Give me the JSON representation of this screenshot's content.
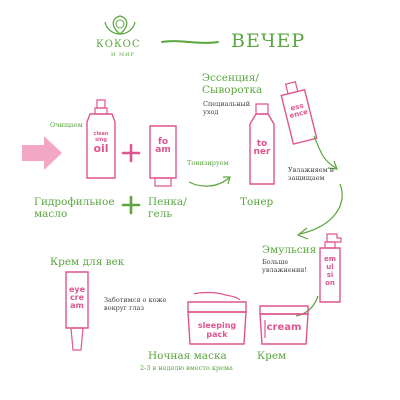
{
  "brand": {
    "name": "КОКОС",
    "tagline": "И МИР"
  },
  "title": "ВЕЧЕР",
  "colors": {
    "green": "#5aa63f",
    "pink": "#e0558f",
    "pinkLight": "#f2a7c4",
    "text": "#3f3f3f"
  },
  "steps": {
    "cleanse_caption": "Очищаем",
    "hydrophilic_oil": {
      "label_line1": "Гидрофильное",
      "label_line2": "масло",
      "pack_line1": "clean",
      "pack_line2": "sing",
      "pack_line3": "oil"
    },
    "foam": {
      "label_line1": "Пенка/",
      "label_line2": "гель",
      "pack_line1": "fo",
      "pack_line2": "am"
    },
    "tone_caption": "Тонизируем",
    "toner": {
      "label": "Тонер",
      "pack_line1": "to",
      "pack_line2": "ner"
    },
    "essence": {
      "label_line1": "Эссенция/",
      "label_line2": "Сыворотка",
      "caption_line1": "Специальный",
      "caption_line2": "уход",
      "pack_line1": "ess",
      "pack_line2": "ence"
    },
    "moisture_caption_line1": "Увлажняем и",
    "moisture_caption_line2": "защищаем",
    "emulsion": {
      "label": "Эмульсия",
      "caption_line1": "Больше",
      "caption_line2": "увлажнения!",
      "pack_line1": "em",
      "pack_line2": "ul",
      "pack_line3": "si",
      "pack_line4": "on"
    },
    "cream": {
      "label": "Крем",
      "pack": "cream"
    },
    "sleeping_pack": {
      "label": "Ночная маска",
      "caption": "2-3 в неделю вместо крема",
      "pack_line1": "sleeping",
      "pack_line2": "pack"
    },
    "eye_cream": {
      "label": "Крем для век",
      "caption_line1": "Заботимся о коже",
      "caption_line2": "вокруг глаз",
      "pack_line1": "eye",
      "pack_line2": "cre",
      "pack_line3": "am"
    }
  },
  "icons": [
    "coconut-logo-icon",
    "arrow-right-icon",
    "plus-icon",
    "curved-arrow-icon"
  ]
}
